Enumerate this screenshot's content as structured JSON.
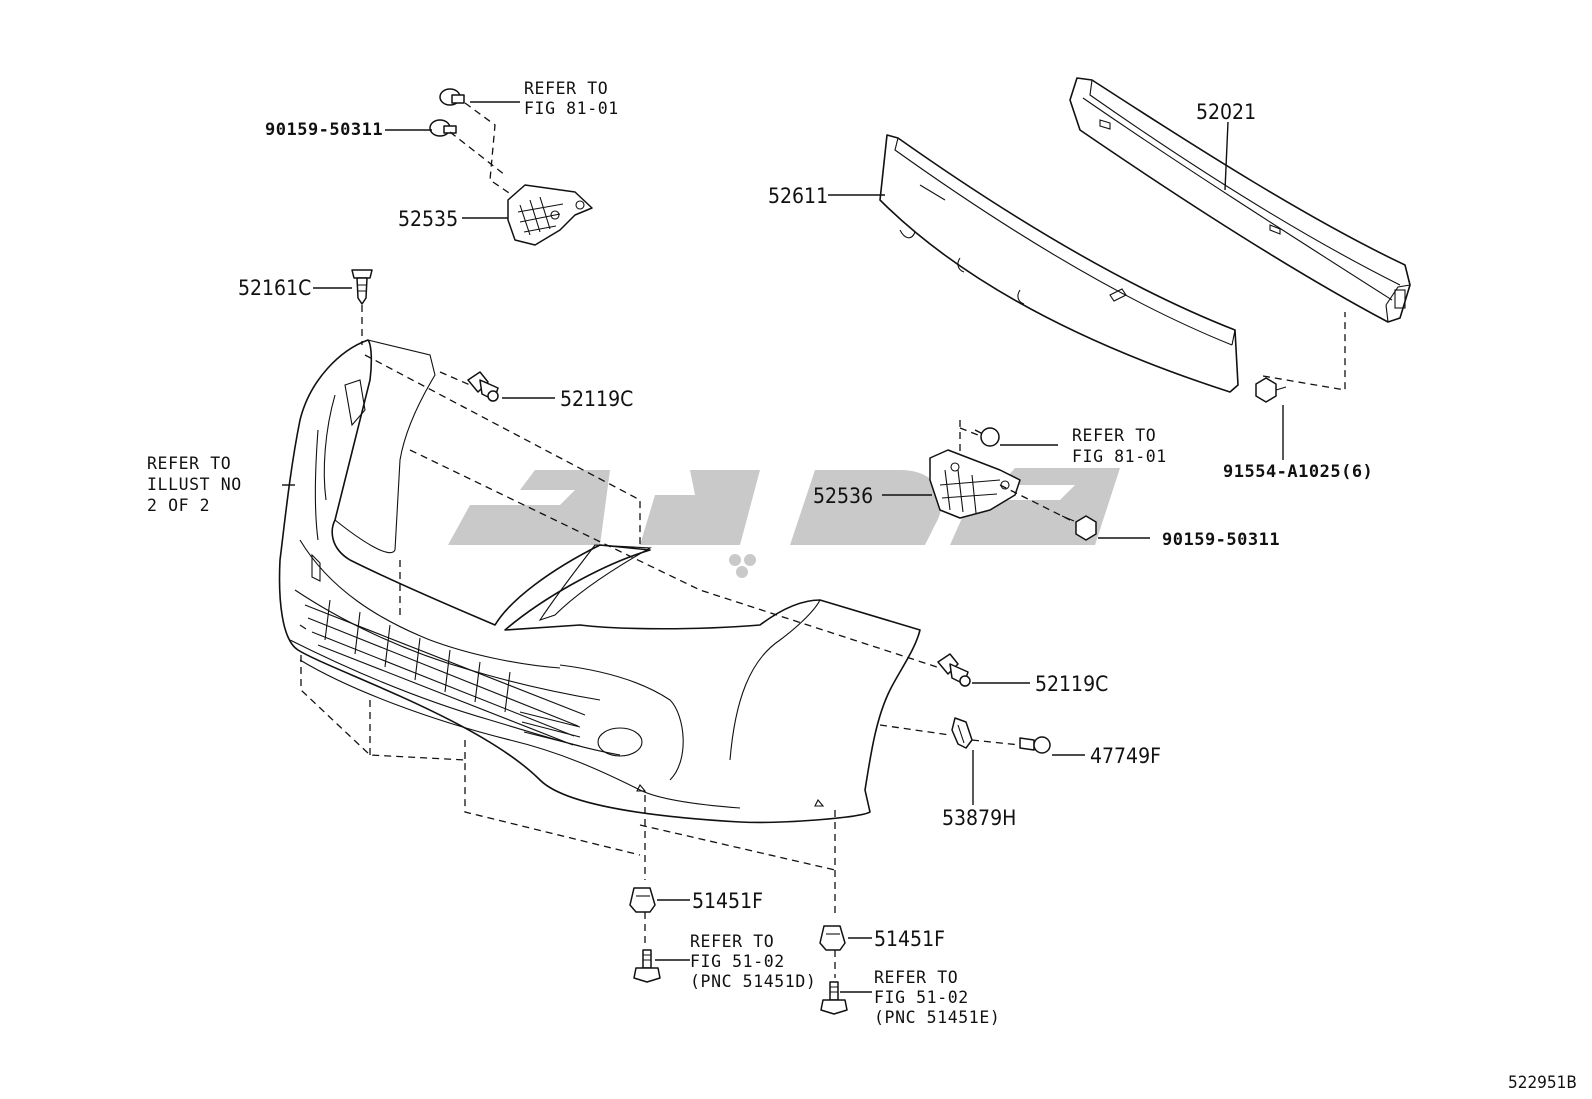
{
  "diagram": {
    "figure_code": "522951B",
    "watermark": "تکو پارت",
    "labels": {
      "p90159_top": "90159-50311",
      "p52535": "52535",
      "p52161C": "52161C",
      "p52119C_top": "52119C",
      "p52611": "52611",
      "p52021": "52021",
      "p91554": "91554-A1025(6)",
      "p52536": "52536",
      "p90159_right": "90159-50311",
      "p52119C_right": "52119C",
      "p47749F": "47749F",
      "p53879H": "53879H",
      "p51451F_left": "51451F",
      "p51451F_right": "51451F"
    },
    "refs": {
      "ref_top_1": "REFER TO",
      "ref_top_2": "FIG 81-01",
      "ref_right_1": "REFER TO",
      "ref_right_2": "FIG 81-01",
      "ref_illust_1": "REFER TO",
      "ref_illust_2": "ILLUST NO",
      "ref_illust_3": "2 OF 2",
      "ref_bl_1": "REFER TO",
      "ref_bl_2": "FIG 51-02",
      "ref_bl_3": "(PNC 51451D)",
      "ref_br_1": "REFER TO",
      "ref_br_2": "FIG 51-02",
      "ref_br_3": "(PNC 51451E)"
    }
  }
}
